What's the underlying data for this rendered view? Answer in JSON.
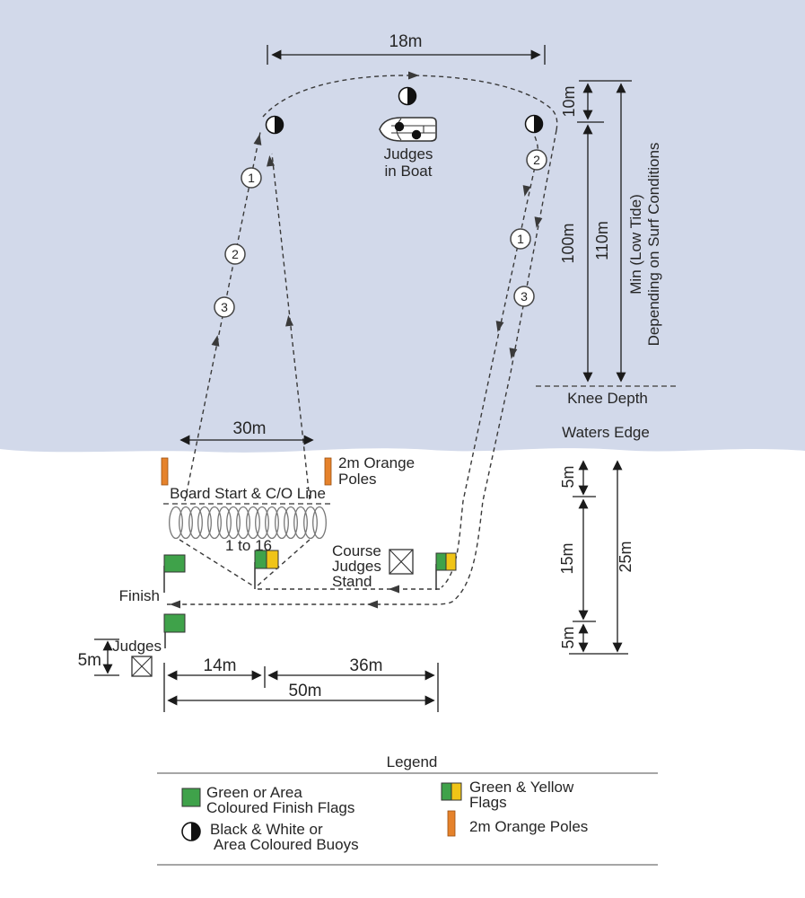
{
  "colors": {
    "water": "#d2d9ea",
    "sand": "#ffffff",
    "flag_green": "#3fa24a",
    "flag_yellow": "#f0c417",
    "pole_orange": "#e5822b",
    "line": "#1b1b1b"
  },
  "dimensions": {
    "top_width": "18m",
    "buoy_offset": "10m",
    "course_length": "100m",
    "overall_length": "110m",
    "start_line_width": "30m",
    "beach_upper_gap": "5m",
    "beach_mid_gap": "15m",
    "beach_lower_gap": "5m",
    "beach_depth": "25m",
    "judges_offset": "5m",
    "finish_span": "14m",
    "flags_span": "36m",
    "beach_width": "50m"
  },
  "water": {
    "knee_depth_label": "Knee Depth",
    "waters_edge_label": "Waters Edge",
    "tide_note_line1": "Min (Low Tide)",
    "tide_note_line2": "Depending on Surf Conditions"
  },
  "course": {
    "judges_boat_line1": "Judges",
    "judges_boat_line2": "in Boat",
    "start_line_label": "Board Start & C/O Line",
    "competitors_label": "1 to 16",
    "orange_poles_line1": "2m Orange",
    "orange_poles_line2": "Poles",
    "course_judges_line1": "Course",
    "course_judges_line2": "Judges",
    "course_judges_line3": "Stand",
    "finish_label": "Finish",
    "judges_label": "Judges",
    "left_leg_markers": [
      "1",
      "2",
      "3"
    ],
    "right_leg_markers": [
      "2",
      "1",
      "3"
    ]
  },
  "legend": {
    "title": "Legend",
    "green_flag_line1": "Green or Area",
    "green_flag_line2": "Coloured Finish Flags",
    "buoy_line1": "Black & White or",
    "buoy_line2": "Area Coloured Buoys",
    "gy_flag_line1": "Green & Yellow",
    "gy_flag_line2": "Flags",
    "orange_pole_label": "2m Orange Poles"
  }
}
